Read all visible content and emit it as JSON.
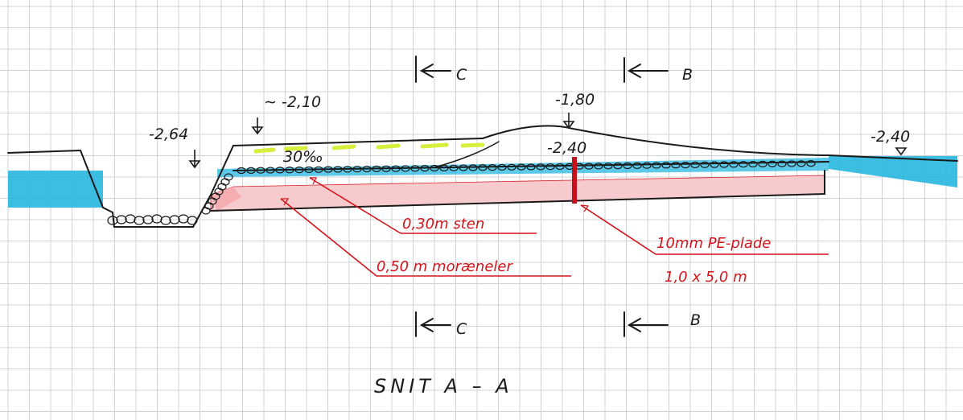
{
  "title": "SNIT  A – A",
  "section_markers": {
    "c_top": "C",
    "b_top": "B",
    "c_bottom": "C",
    "b_bottom": "B"
  },
  "levels": {
    "left_bank": "-2,64",
    "dike_left": "∼ -2,10",
    "crest": "-1,80",
    "water_under_crest": "-2,40",
    "right_bank": "-2,40"
  },
  "slope_label": "30‰",
  "annotations": {
    "stone": "0,30m sten",
    "moraine": "0,50 m moræneler",
    "pe_plate_line1": "10mm PE-plade",
    "pe_plate_line2": "1,0 x 5,0 m"
  },
  "colors": {
    "water": "#27b7e0",
    "moraine_fill": "#f7c9cb",
    "grass": "#d8ee3c",
    "annotation_red": "#d4141b",
    "ink": "#1a1a1a",
    "grid": "#cfd3d6"
  }
}
